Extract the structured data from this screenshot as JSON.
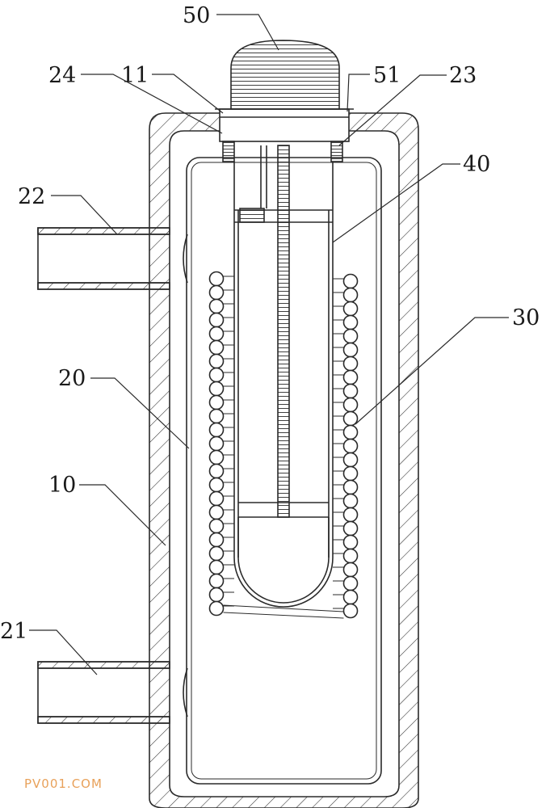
{
  "labels": {
    "l50": "50",
    "l24": "24",
    "l11": "11",
    "l51": "51",
    "l23": "23",
    "l40": "40",
    "l22": "22",
    "l30": "30",
    "l20": "20",
    "l10": "10",
    "l21": "21"
  },
  "watermark": "PV001.COM",
  "colors": {
    "line": "#2a2a2a",
    "watermark": "#e8a15a"
  }
}
